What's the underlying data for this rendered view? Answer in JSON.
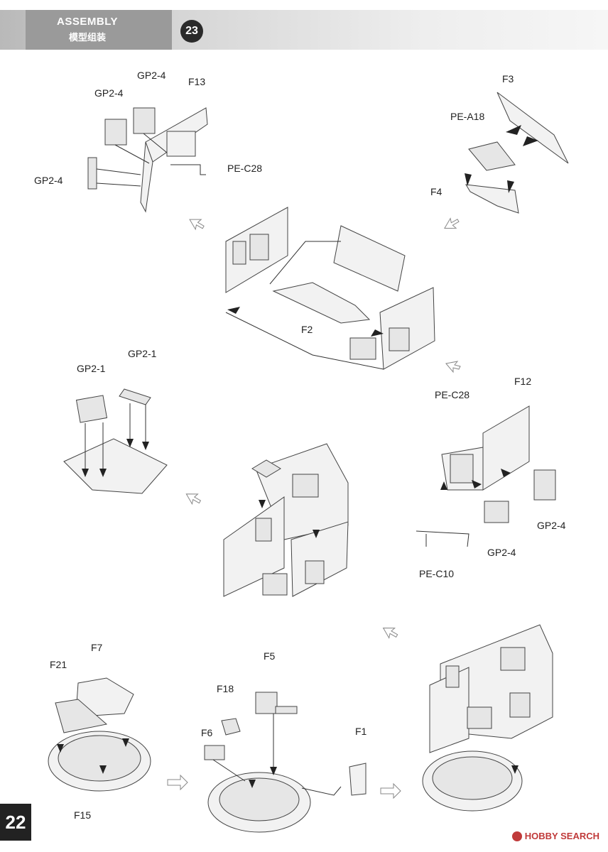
{
  "header": {
    "title": "ASSEMBLY",
    "subtitle": "模型组装",
    "step": "23"
  },
  "page_number": "22",
  "watermark": "HOBBY SEARCH",
  "labels": {
    "gp2_4_a": "GP2-4",
    "gp2_4_b": "GP2-4",
    "f13": "F13",
    "pe_c28_a": "PE-C28",
    "gp2_4_c": "GP2-4",
    "f3": "F3",
    "pe_a18": "PE-A18",
    "f4": "F4",
    "f2": "F2",
    "gp2_1_a": "GP2-1",
    "gp2_1_b": "GP2-1",
    "pe_c28_b": "PE-C28",
    "f12": "F12",
    "gp2_4_d": "GP2-4",
    "gp2_4_e": "GP2-4",
    "pe_c10": "PE-C10",
    "f7": "F7",
    "f21": "F21",
    "f15": "F15",
    "f5": "F5",
    "f18": "F18",
    "f6": "F6",
    "f1": "F1"
  }
}
